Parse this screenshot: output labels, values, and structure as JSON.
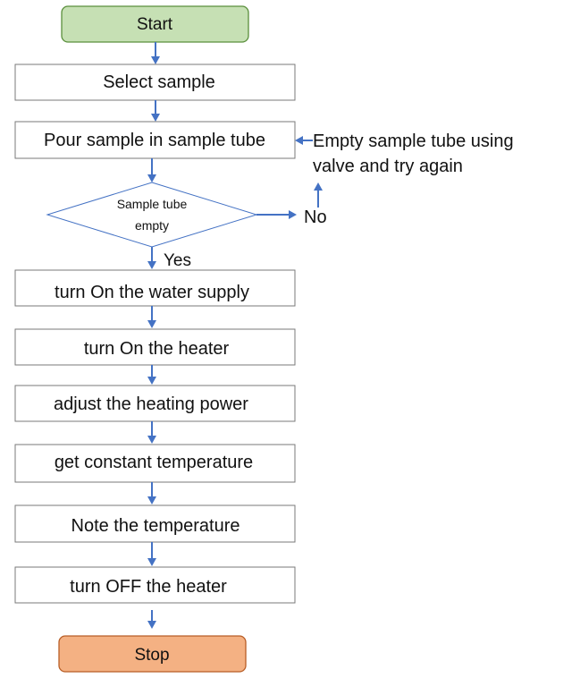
{
  "nodes": {
    "start": "Start",
    "select_sample": "Select sample",
    "pour_sample": "Pour sample in sample tube",
    "decision_line1": "Sample tube",
    "decision_line2": "empty",
    "water_supply": "turn On the water supply",
    "heater_on": "turn On the heater",
    "adjust_power": "adjust the heating power",
    "constant_temp": "get constant temperature",
    "note_temp": "Note the temperature",
    "heater_off": "turn OFF the heater",
    "stop": "Stop"
  },
  "branches": {
    "yes": "Yes",
    "no": "No",
    "retry_line1": "Empty sample tube using",
    "retry_line2": "valve and try again"
  },
  "colors": {
    "start_fill": "#c6e0b4",
    "stop_fill": "#f4b183",
    "arrow": "#4472c4"
  }
}
